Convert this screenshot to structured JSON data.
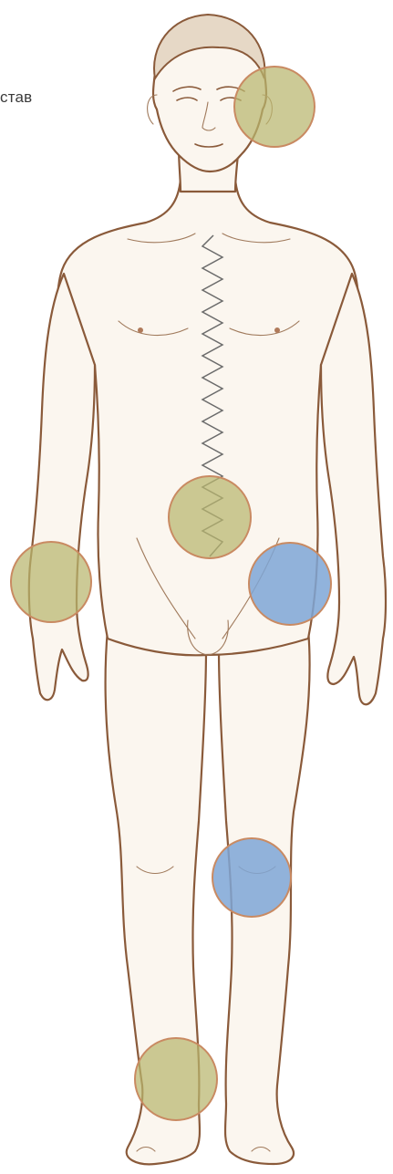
{
  "caption": {
    "text": "став"
  },
  "legend_colors": {
    "olive_marker": "#b9b66e",
    "blue_marker": "#7ea6d6",
    "marker_outline": "#c98a62",
    "skin": "#fbf6ef",
    "outline": "#8a5a3a"
  },
  "markers": [
    {
      "name": "jaw-marker",
      "color_key": "olive"
    },
    {
      "name": "abdomen-marker",
      "color_key": "olive"
    },
    {
      "name": "right-wrist-marker",
      "color_key": "olive"
    },
    {
      "name": "left-hip-marker",
      "color_key": "blue"
    },
    {
      "name": "left-knee-marker",
      "color_key": "blue"
    },
    {
      "name": "right-ankle-marker",
      "color_key": "olive"
    }
  ]
}
